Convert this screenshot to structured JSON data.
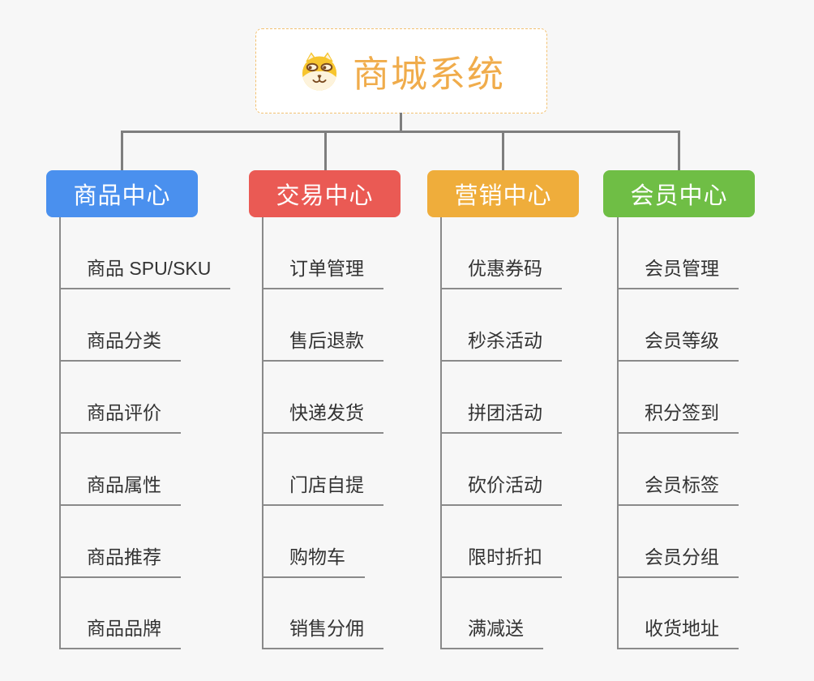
{
  "root": {
    "title": "商城系统",
    "icon": "shiba-dog-icon"
  },
  "branches": [
    {
      "label": "商品中心",
      "color": "#4a90ee",
      "children": [
        "商品 SPU/SKU",
        "商品分类",
        "商品评价",
        "商品属性",
        "商品推荐",
        "商品品牌"
      ]
    },
    {
      "label": "交易中心",
      "color": "#ea5a54",
      "children": [
        "订单管理",
        "售后退款",
        "快递发货",
        "门店自提",
        "购物车",
        "销售分佣"
      ]
    },
    {
      "label": "营销中心",
      "color": "#efad3b",
      "children": [
        "优惠券码",
        "秒杀活动",
        "拼团活动",
        "砍价活动",
        "限时折扣",
        "满减送"
      ]
    },
    {
      "label": "会员中心",
      "color": "#6fbe45",
      "children": [
        "会员管理",
        "会员等级",
        "积分签到",
        "会员标签",
        "会员分组",
        "收货地址"
      ]
    }
  ],
  "colors": {
    "background": "#f7f7f7",
    "root_text": "#f0ac4b",
    "root_border": "#f3c171",
    "connector": "#7e7e7e",
    "leaf_line": "#8a8a8a",
    "leaf_text": "#333333"
  }
}
